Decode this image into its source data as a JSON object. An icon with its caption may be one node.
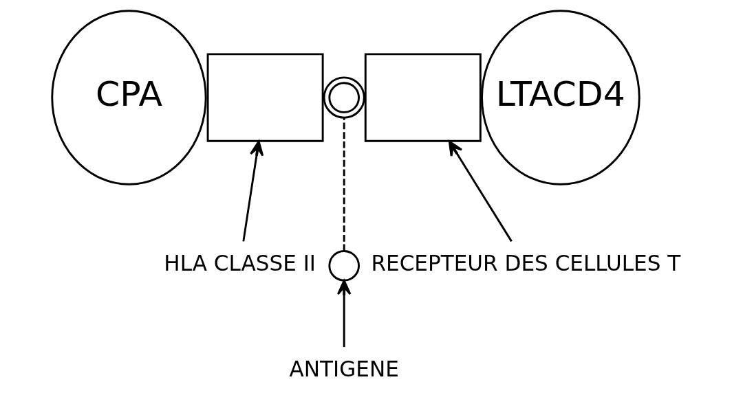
{
  "diagram": {
    "nodes": [
      {
        "text": [
          "CPA"
        ]
      },
      {
        "text": [],
        "shape": "box"
      },
      {
        "text": [],
        "shape": "circle"
      },
      {
        "text": [],
        "shape": "box"
      },
      {
        "text": [
          "LTACD4"
        ]
      },
      {
        "text": [],
        "shape": "circle"
      },
      {
        "text": [
          "ANTIGENE"
        ]
      },
      {
        "text": [
          "HLA CLASSE II"
        ]
      },
      {
        "text": [
          "RECEPTEUR DES CELLULES T"
        ]
      }
    ],
    "edges": [
      {
        "from": 5,
        "to": 2,
        "arrow": "none",
        "style": "dashed"
      },
      {
        "from": 6,
        "to": 5,
        "arrow": "to"
      },
      {
        "from": 7,
        "to": 1,
        "arrow": "to"
      },
      {
        "from": 8,
        "to": 3,
        "arrow": "to"
      }
    ]
  }
}
